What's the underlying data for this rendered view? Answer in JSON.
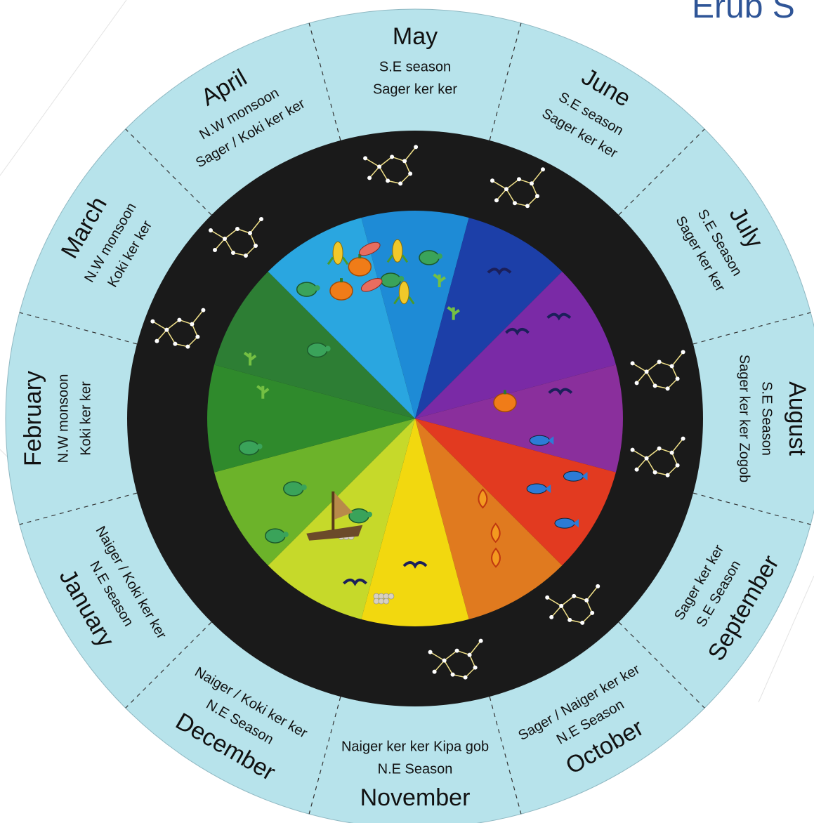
{
  "title": "Erub S",
  "colors": {
    "ring": "#b7e3eb",
    "ring_border": "#8fb8c2",
    "night_band": "#1a1a1a",
    "star_line": "#f2e28a",
    "star_dot": "#ffffff",
    "center_segments": [
      "#1e8bd6",
      "#1c3fa8",
      "#7a2aa6",
      "#8a2f9c",
      "#e23a20",
      "#e07a1f",
      "#f2d80f",
      "#c6d92a",
      "#6cb32a",
      "#2f8a2c",
      "#2d7e34",
      "#2aa6e0"
    ]
  },
  "months": [
    {
      "name": "May",
      "season": "S.E season",
      "wind": "Sager ker ker"
    },
    {
      "name": "June",
      "season": "S.E season",
      "wind": "Sager ker ker"
    },
    {
      "name": "July",
      "season": "S.E Season",
      "wind": "Sager ker ker"
    },
    {
      "name": "August",
      "season": "S.E Season",
      "wind": "Sager ker ker  Zogob"
    },
    {
      "name": "September",
      "season": "S.E Season",
      "wind": "Sager ker ker"
    },
    {
      "name": "October",
      "season": "N.E Season",
      "wind": "Sager / Naiger ker ker"
    },
    {
      "name": "November",
      "season": "N.E Season",
      "wind": "Naiger ker ker Kipa gob"
    },
    {
      "name": "December",
      "season": "N.E Season",
      "wind": "Naiger / Koki ker ker"
    },
    {
      "name": "January",
      "season": "N.E season",
      "wind": "Naiger / Koki ker ker"
    },
    {
      "name": "February",
      "season": "N.W monsoon",
      "wind": "Koki ker ker"
    },
    {
      "name": "March",
      "season": "N.W monsoon",
      "wind": "Koki ker ker"
    },
    {
      "name": "April",
      "season": "N.W monsoon",
      "wind": "Sager / Koki ker ker"
    }
  ],
  "icons": [
    "constellation-icon",
    "turtle-icon",
    "bird-icon",
    "fish-icon",
    "pumpkin-icon",
    "corn-icon",
    "yam-icon",
    "canoe-icon",
    "egg-cluster-icon",
    "plant-icon",
    "fire-icon"
  ]
}
